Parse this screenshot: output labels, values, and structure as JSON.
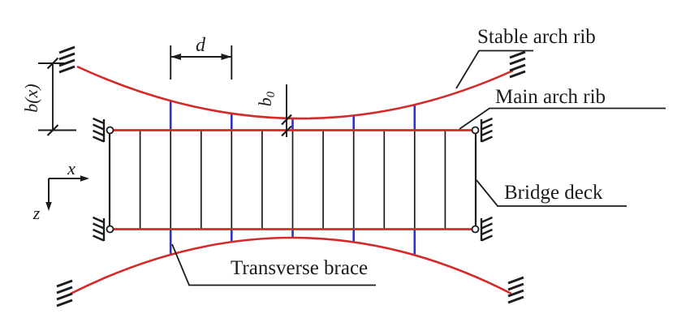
{
  "diagram": {
    "callouts": {
      "stable_arch_rib": "Stable arch rib",
      "main_arch_rib": "Main arch rib",
      "bridge_deck": "Bridge deck",
      "transverse_brace": "Transverse brace"
    },
    "dimension_labels": {
      "panel_spacing": "d",
      "brace_length_function": "b(x)",
      "mid_brace_length_base": "b",
      "mid_brace_length_subscript": "0"
    },
    "axis_labels": {
      "horizontal": "x",
      "vertical": "z"
    }
  },
  "colors": {
    "arch_rib": "#d42a2a",
    "transverse_brace": "#3030cc",
    "structure": "#1c1c1c",
    "background": "#ffffff"
  }
}
